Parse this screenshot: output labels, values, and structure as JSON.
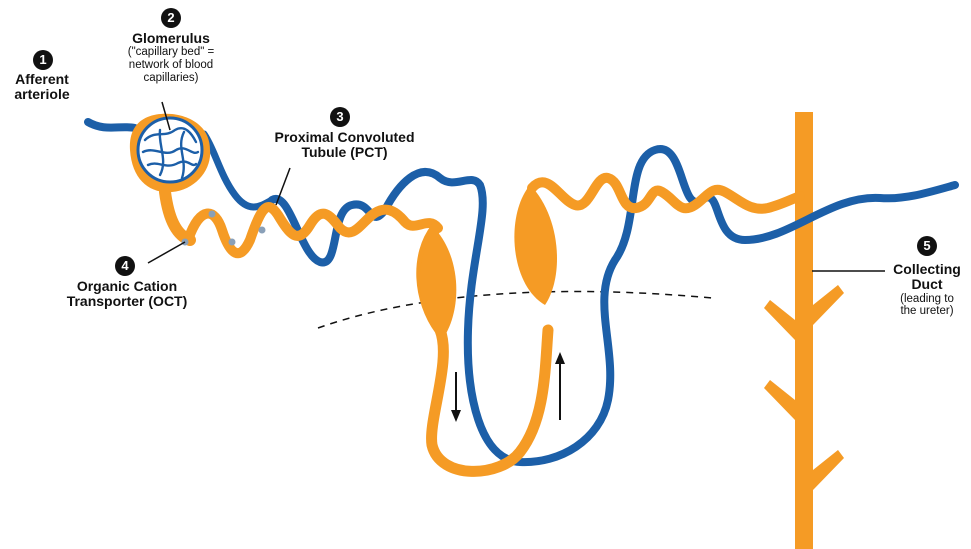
{
  "colors": {
    "tubule": "#f59b25",
    "vessel": "#1c5fa8",
    "ink": "#111111"
  },
  "labels": {
    "afferent": {
      "number": "1",
      "title_line1": "Afferent",
      "title_line2": "arteriole"
    },
    "glomerulus": {
      "number": "2",
      "title": "Glomerulus",
      "note_line1": "(\"capillary bed\" =",
      "note_line2": "network of blood",
      "note_line3": "capillaries)"
    },
    "pct": {
      "number": "3",
      "title_line1": "Proximal Convoluted",
      "title_line2": "Tubule (PCT)"
    },
    "oct": {
      "number": "4",
      "title_line1": "Organic Cation",
      "title_line2": "Transporter (OCT)"
    },
    "collecting": {
      "number": "5",
      "title_line1": "Collecting",
      "title_line2": "Duct",
      "note_line1": "(leading to",
      "note_line2": "the ureter)"
    }
  }
}
